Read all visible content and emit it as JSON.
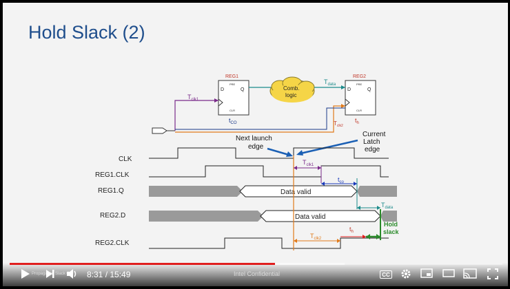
{
  "slide": {
    "title": "Hold Slack (2)",
    "confidential": "Intel Confidential"
  },
  "diagram": {
    "reg1_name": "REG1",
    "reg2_name": "REG2",
    "comb_logic_line1": "Comb.",
    "comb_logic_line2": "logic",
    "pin_d": "D",
    "pin_q": "Q",
    "pin_pre": "PRE",
    "pin_clr": "CLR",
    "t_clk1": "T",
    "t_clk1_sub": "clk1",
    "t_co": "t",
    "t_co_sub": "CO",
    "t_data": "T",
    "t_data_sub": "data",
    "t_clk2": "T",
    "t_clk2_sub": "clk2",
    "t_h": "t",
    "t_h_sub": "h",
    "next_launch_edge": [
      "Next launch",
      "edge"
    ],
    "current_latch_edge": [
      "Current",
      "Latch",
      "edge"
    ],
    "signals": [
      "CLK",
      "REG1.CLK",
      "REG1.Q",
      "REG2.D",
      "REG2.CLK"
    ],
    "data_valid": "Data valid",
    "wave_tclk1": "T",
    "wave_tclk1_sub": "clk1",
    "wave_tco": "t",
    "wave_tco_sub": "co",
    "wave_tdata": "T",
    "wave_tdata_sub": "data",
    "wave_tclk2": "T",
    "wave_tclk2_sub": "clk2",
    "wave_th": "t",
    "wave_th_sub": "h",
    "hold_slack": [
      "Hold",
      "slack"
    ]
  },
  "player": {
    "time": "8:31 / 15:49",
    "chapter": "Propagation Slack Go",
    "progress_fraction": 0.538,
    "buffer_fraction": 0.68,
    "cc_label": "CC",
    "colors": {
      "played": "#e01e1e"
    }
  }
}
